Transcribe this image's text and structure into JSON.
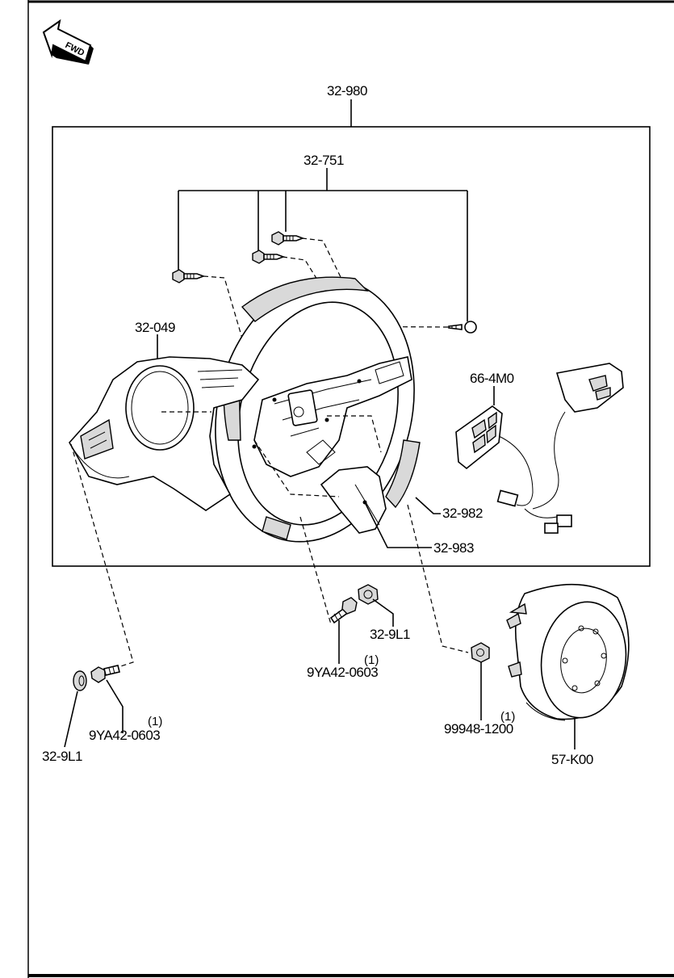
{
  "fwd_label": "FWD",
  "labels": {
    "assembly": "32-980",
    "screws": "32-751",
    "cover": "32-049",
    "switch": "66-4M0",
    "wheel": "32-982",
    "panel": "32-983",
    "nut_center": "32-9L1",
    "bolt_center": "9YA42-0603",
    "bolt_center_qty": "(1)",
    "bolt_left": "9YA42-0603",
    "bolt_left_qty": "(1)",
    "nut_left": "32-9L1",
    "nut_right": "99948-1200",
    "nut_right_qty": "(1)",
    "airbag": "57-K00"
  }
}
